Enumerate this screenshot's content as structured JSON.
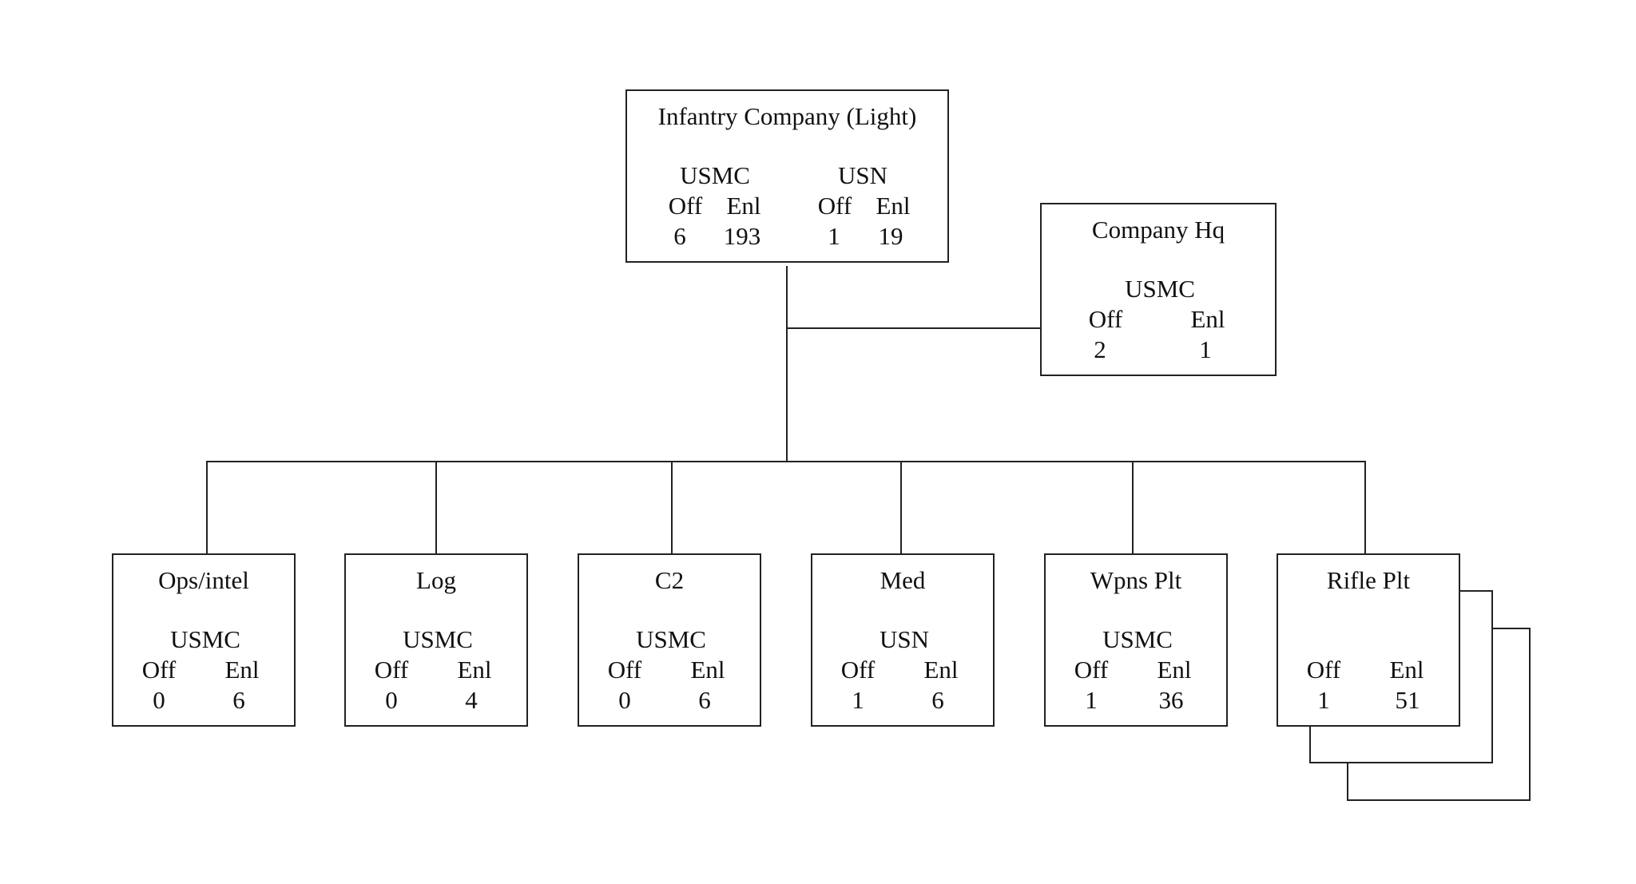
{
  "top": {
    "title": "Infantry Company (Light)",
    "groups": [
      {
        "service": "USMC",
        "off_label": "Off",
        "enl_label": "Enl",
        "off": "6",
        "enl": "193"
      },
      {
        "service": "USN",
        "off_label": "Off",
        "enl_label": "Enl",
        "off": "1",
        "enl": "19"
      }
    ]
  },
  "hq": {
    "title": "Company Hq",
    "service": "USMC",
    "off_label": "Off",
    "enl_label": "Enl",
    "off": "2",
    "enl": "1"
  },
  "units": [
    {
      "title": "Ops/intel",
      "service": "USMC",
      "off_label": "Off",
      "enl_label": "Enl",
      "off": "0",
      "enl": "6"
    },
    {
      "title": "Log",
      "service": "USMC",
      "off_label": "Off",
      "enl_label": "Enl",
      "off": "0",
      "enl": "4"
    },
    {
      "title": "C2",
      "service": "USMC",
      "off_label": "Off",
      "enl_label": "Enl",
      "off": "0",
      "enl": "6"
    },
    {
      "title": "Med",
      "service": "USN",
      "off_label": "Off",
      "enl_label": "Enl",
      "off": "1",
      "enl": "6"
    },
    {
      "title": "Wpns Plt",
      "service": "USMC",
      "off_label": "Off",
      "enl_label": "Enl",
      "off": "1",
      "enl": "36"
    },
    {
      "title": "Rifle Plt",
      "service": "",
      "off_label": "Off",
      "enl_label": "Enl",
      "off": "1",
      "enl": "51"
    }
  ]
}
